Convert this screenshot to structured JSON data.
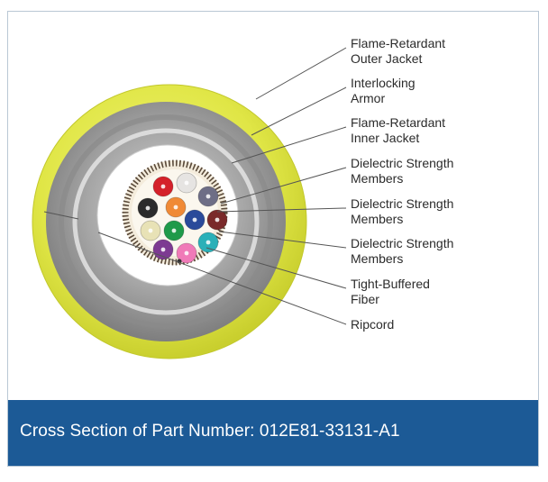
{
  "diagram": {
    "callouts": [
      {
        "id": "outer-jacket",
        "lines": [
          "Flame-Retardant",
          "Outer Jacket"
        ]
      },
      {
        "id": "armor",
        "lines": [
          "Interlocking",
          "Armor"
        ]
      },
      {
        "id": "inner-jacket",
        "lines": [
          "Flame-Retardant",
          "Inner Jacket"
        ]
      },
      {
        "id": "strength-1",
        "lines": [
          "Dielectric Strength",
          "Members"
        ]
      },
      {
        "id": "strength-2",
        "lines": [
          "Dielectric Strength",
          "Members"
        ]
      },
      {
        "id": "strength-3",
        "lines": [
          "Dielectric Strength",
          "Members"
        ]
      },
      {
        "id": "tight-buffered",
        "lines": [
          "Tight-Buffered",
          "Fiber"
        ]
      },
      {
        "id": "ripcord",
        "lines": [
          "Ripcord"
        ]
      }
    ],
    "fiber_colors": [
      "#d4212a",
      "#e6e4e2",
      "#6e6e86",
      "#2b2b2b",
      "#f08a36",
      "#7a2a2a",
      "#e8e2b6",
      "#1f9a4a",
      "#2a4a9a",
      "#7d3a92",
      "#f07ab8",
      "#2ab0b8"
    ],
    "colors": {
      "outer_jacket": "#e2e84a",
      "armor": "#9c9c9c",
      "inner_jacket": "#ffffff",
      "caption_background": "#1c5a96"
    }
  },
  "caption": "Cross Section of Part Number: 012E81-33131-A1"
}
